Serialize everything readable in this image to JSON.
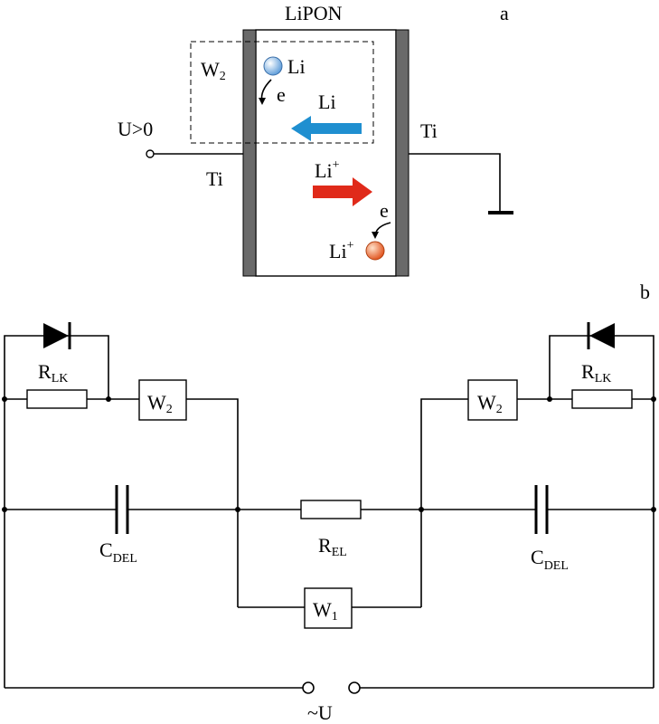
{
  "panel_a": {
    "label": "a",
    "electrolyte": "LiPON",
    "left_electrode": "Ti",
    "right_electrode": "Ti",
    "voltage": "U>0",
    "w2_label": {
      "main": "W",
      "sub": "2"
    },
    "li_atom": "Li",
    "electron_top": "e",
    "arrow_li": "Li",
    "arrow_li_plus": {
      "main": "Li",
      "sup": "+"
    },
    "electron_bottom": "e",
    "li_ion": {
      "main": "Li",
      "sup": "+"
    },
    "colors": {
      "electrode": "#6a6a6a",
      "li_arrow": "#1f8fd0",
      "li_plus_arrow": "#e02a1a",
      "li_sphere": "#8fbce8",
      "li_ion_sphere": "#f07a3a"
    }
  },
  "panel_b": {
    "label": "b",
    "r_lk_left": {
      "main": "R",
      "sub": "LK"
    },
    "r_lk_right": {
      "main": "R",
      "sub": "LK"
    },
    "w2_left": {
      "main": "W",
      "sub": "2"
    },
    "w2_right": {
      "main": "W",
      "sub": "2"
    },
    "c_del_left": {
      "main": "C",
      "sub": "DEL"
    },
    "c_del_right": {
      "main": "C",
      "sub": "DEL"
    },
    "r_el": {
      "main": "R",
      "sub": "EL"
    },
    "w1": {
      "main": "W",
      "sub": "1"
    },
    "source": "~U"
  }
}
